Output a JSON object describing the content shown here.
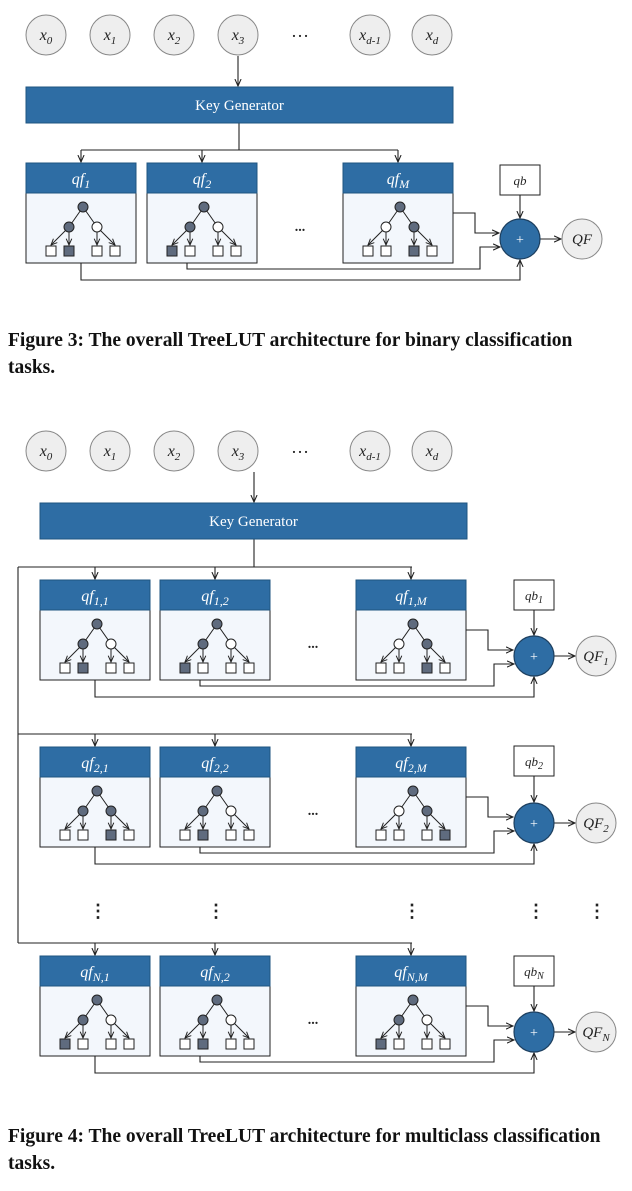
{
  "figures": [
    {
      "id": "fig3",
      "inputs": [
        "x",
        "x",
        "x",
        "x",
        "…",
        "x",
        "x"
      ],
      "input_subs": [
        "0",
        "1",
        "2",
        "3",
        "",
        "d-1",
        "d"
      ],
      "key_generator": "Key Generator",
      "rows": [
        {
          "trees": [
            {
              "base": "qf",
              "sub": "1",
              "leaf_fill": [
                false,
                true,
                false,
                false
              ],
              "mid_fill": [
                true,
                false
              ]
            },
            {
              "base": "qf",
              "sub": "2",
              "leaf_fill": [
                true,
                false,
                false,
                false
              ],
              "mid_fill": [
                true,
                false
              ]
            },
            {
              "base": "qf",
              "sub": "M",
              "leaf_fill": [
                false,
                false,
                true,
                false
              ],
              "mid_fill": [
                false,
                true
              ]
            }
          ],
          "bias": {
            "base": "qb",
            "sub": ""
          },
          "output": {
            "base": "QF",
            "sub": ""
          },
          "plus": "+",
          "ellipsis": "..."
        }
      ],
      "caption": "Figure 3: The overall TreeLUT architecture for binary classification tasks."
    },
    {
      "id": "fig4",
      "inputs": [
        "x",
        "x",
        "x",
        "x",
        "…",
        "x",
        "x"
      ],
      "input_subs": [
        "0",
        "1",
        "2",
        "3",
        "",
        "d-1",
        "d"
      ],
      "key_generator": "Key Generator",
      "rows": [
        {
          "trees": [
            {
              "base": "qf",
              "sub": "1,1",
              "leaf_fill": [
                false,
                true,
                false,
                false
              ],
              "mid_fill": [
                true,
                false
              ]
            },
            {
              "base": "qf",
              "sub": "1,2",
              "leaf_fill": [
                true,
                false,
                false,
                false
              ],
              "mid_fill": [
                true,
                false
              ]
            },
            {
              "base": "qf",
              "sub": "1,M",
              "leaf_fill": [
                false,
                false,
                true,
                false
              ],
              "mid_fill": [
                false,
                true
              ]
            }
          ],
          "bias": {
            "base": "qb",
            "sub": "1"
          },
          "output": {
            "base": "QF",
            "sub": "1"
          },
          "plus": "+",
          "ellipsis": "..."
        },
        {
          "trees": [
            {
              "base": "qf",
              "sub": "2,1",
              "leaf_fill": [
                false,
                false,
                true,
                false
              ],
              "mid_fill": [
                true,
                true
              ]
            },
            {
              "base": "qf",
              "sub": "2,2",
              "leaf_fill": [
                false,
                true,
                false,
                false
              ],
              "mid_fill": [
                true,
                false
              ]
            },
            {
              "base": "qf",
              "sub": "2,M",
              "leaf_fill": [
                false,
                false,
                false,
                true
              ],
              "mid_fill": [
                false,
                true
              ]
            }
          ],
          "bias": {
            "base": "qb",
            "sub": "2"
          },
          "output": {
            "base": "QF",
            "sub": "2"
          },
          "plus": "+",
          "ellipsis": "..."
        },
        {
          "trees": [
            {
              "base": "qf",
              "sub": "N,1",
              "leaf_fill": [
                true,
                false,
                false,
                false
              ],
              "mid_fill": [
                true,
                false
              ]
            },
            {
              "base": "qf",
              "sub": "N,2",
              "leaf_fill": [
                false,
                true,
                false,
                false
              ],
              "mid_fill": [
                true,
                false
              ]
            },
            {
              "base": "qf",
              "sub": "N,M",
              "leaf_fill": [
                true,
                false,
                false,
                false
              ],
              "mid_fill": [
                true,
                false
              ]
            }
          ],
          "bias": {
            "base": "qb",
            "sub": "N"
          },
          "output": {
            "base": "QF",
            "sub": "N"
          },
          "plus": "+",
          "ellipsis": "..."
        }
      ],
      "vertical_dots": "⋮",
      "caption": "Figure 4: The overall TreeLUT architecture for multiclass classification tasks."
    }
  ],
  "colors": {
    "accent_blue": "#2E6DA4",
    "header_border": "#1f5580",
    "panel_fill": "#F3F7FC",
    "node_dark": "#5F6B7E",
    "input_fill": "#EEEEEE",
    "line": "#222222"
  }
}
